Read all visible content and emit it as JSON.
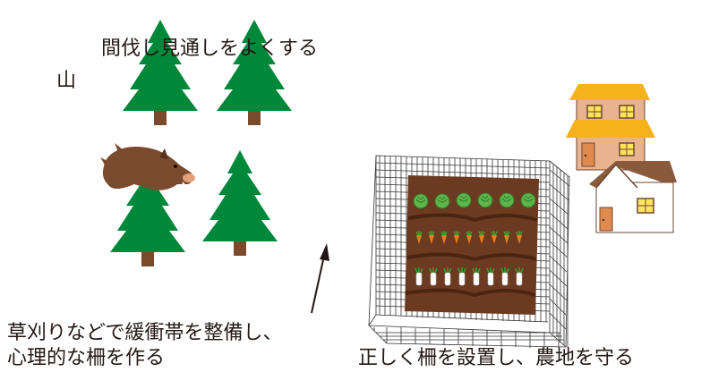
{
  "labels": {
    "thinning": "間伐し見通しをよくする",
    "mountain": "山",
    "mowing_line1": "草刈りなどで緩衝帯を整備し、",
    "mowing_line2": "心理的な柵を作る",
    "fence": "正しく柵を設置し、農地を守る"
  },
  "colors": {
    "tree_green": "#00883a",
    "trunk": "#7b4a2a",
    "boar": "#7a4a2e",
    "soil": "#6b3a20",
    "roof_yellow": "#f6b21b",
    "house_wall": "#e9b38f",
    "window_yellow": "#ffe35a",
    "small_roof": "#8a5a3c",
    "cabbage": "#5fb54a",
    "carrot": "#ee7a1e"
  }
}
